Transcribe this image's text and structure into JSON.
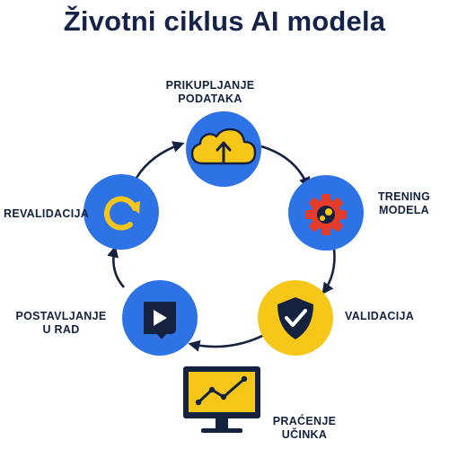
{
  "title": "Životni ciklus AI modela",
  "colors": {
    "navy": "#14213f",
    "blue": "#2e73e6",
    "yellow": "#f6c718",
    "red": "#e43c2b"
  },
  "stages": [
    {
      "id": "data-collection",
      "label_lines": [
        "PRIKUPLJANJE",
        "PODATAKA"
      ],
      "icon": "cloud-upload-icon"
    },
    {
      "id": "training",
      "label_lines": [
        "TRENING",
        "MODELA"
      ],
      "icon": "gear-icon"
    },
    {
      "id": "validation",
      "label_lines": [
        "VALIDACIJA"
      ],
      "icon": "shield-check-icon"
    },
    {
      "id": "monitoring",
      "label_lines": [
        "PRAĆENJE",
        "UČINKA"
      ],
      "icon": "monitor-chart-icon"
    },
    {
      "id": "deployment",
      "label_lines": [
        "POSTAVLJANJE",
        "U RAD"
      ],
      "icon": "play-icon"
    },
    {
      "id": "revalidation",
      "label_lines": [
        "REVALIDACIJA"
      ],
      "icon": "refresh-icon"
    }
  ]
}
